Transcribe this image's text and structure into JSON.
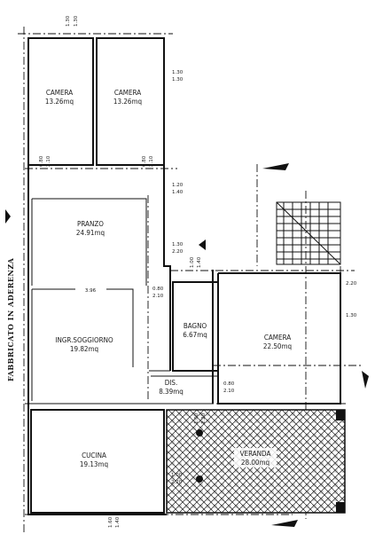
{
  "side_label": "FABBRICATO IN ADERENZA",
  "rooms": {
    "camera_1": {
      "name": "CAMERA",
      "area": "13.26mq"
    },
    "camera_2": {
      "name": "CAMERA",
      "area": "13.26mq"
    },
    "pranzo": {
      "name": "PRANZO",
      "area": "24.91mq"
    },
    "soggiorno": {
      "name": "INGR.SOGGIORNO",
      "area": "19.82mq"
    },
    "bagno": {
      "name": "BAGNO",
      "area": "6.67mq"
    },
    "camera_3": {
      "name": "CAMERA",
      "area": "22.50mq"
    },
    "dis": {
      "name": "DIS.",
      "area": "8.39mq"
    },
    "cucina": {
      "name": "CUCINA",
      "area": "19.13mq"
    },
    "veranda": {
      "name": "VERANDA",
      "area": "28.00mq"
    }
  },
  "dimensions": {
    "top_a": "1.30",
    "top_b": "1.30",
    "right_a1": "1.30",
    "right_a2": "1.30",
    "left_door_a1": "0.80",
    "left_door_a2": "2.10",
    "mid_door_a1": "0.80",
    "mid_door_a2": "2.10",
    "win_b1": "1.20",
    "win_b2": "1.40",
    "win_c1": "1.30",
    "win_c2": "2.20",
    "win_d1": "1.00",
    "win_d2": "1.40",
    "bagno_door1": "0.80",
    "bagno_door2": "2.10",
    "camera_win1": "2.20",
    "camera_win2": "1.30",
    "wall_len": "3.96",
    "dis_door1": "0.80",
    "dis_door2": "2.10",
    "ver_win1": "1.00",
    "ver_win2": "2.20",
    "cuc_win1": "1.00",
    "cuc_win2": "2.20",
    "bottom1": "1.60",
    "bottom2": "1.40"
  }
}
